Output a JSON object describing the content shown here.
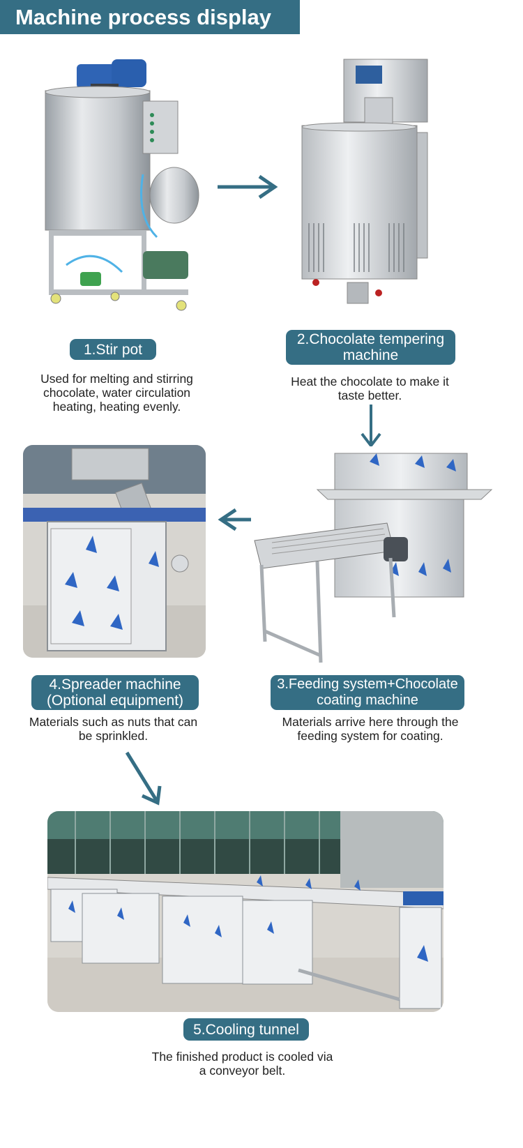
{
  "page_title": "Machine process display",
  "accent_color": "#356e84",
  "steps": [
    {
      "label": "1.Stir pot",
      "description": "Used for melting and stirring chocolate, water circulation heating, heating evenly."
    },
    {
      "label_line1": "2.Chocolate tempering",
      "label_line2": "machine",
      "description": "Heat the chocolate to make it taste better."
    },
    {
      "label_line1": "3.Feeding system+Chocolate",
      "label_line2": "coating machine",
      "description": "Materials arrive here through the feeding system for coating."
    },
    {
      "label_line1": "4.Spreader machine",
      "label_line2": "(Optional equipment)",
      "description": "Materials such as nuts that can be sprinkled."
    },
    {
      "label": "5.Cooling tunnel",
      "description": "The finished product is cooled via a conveyor belt."
    }
  ]
}
